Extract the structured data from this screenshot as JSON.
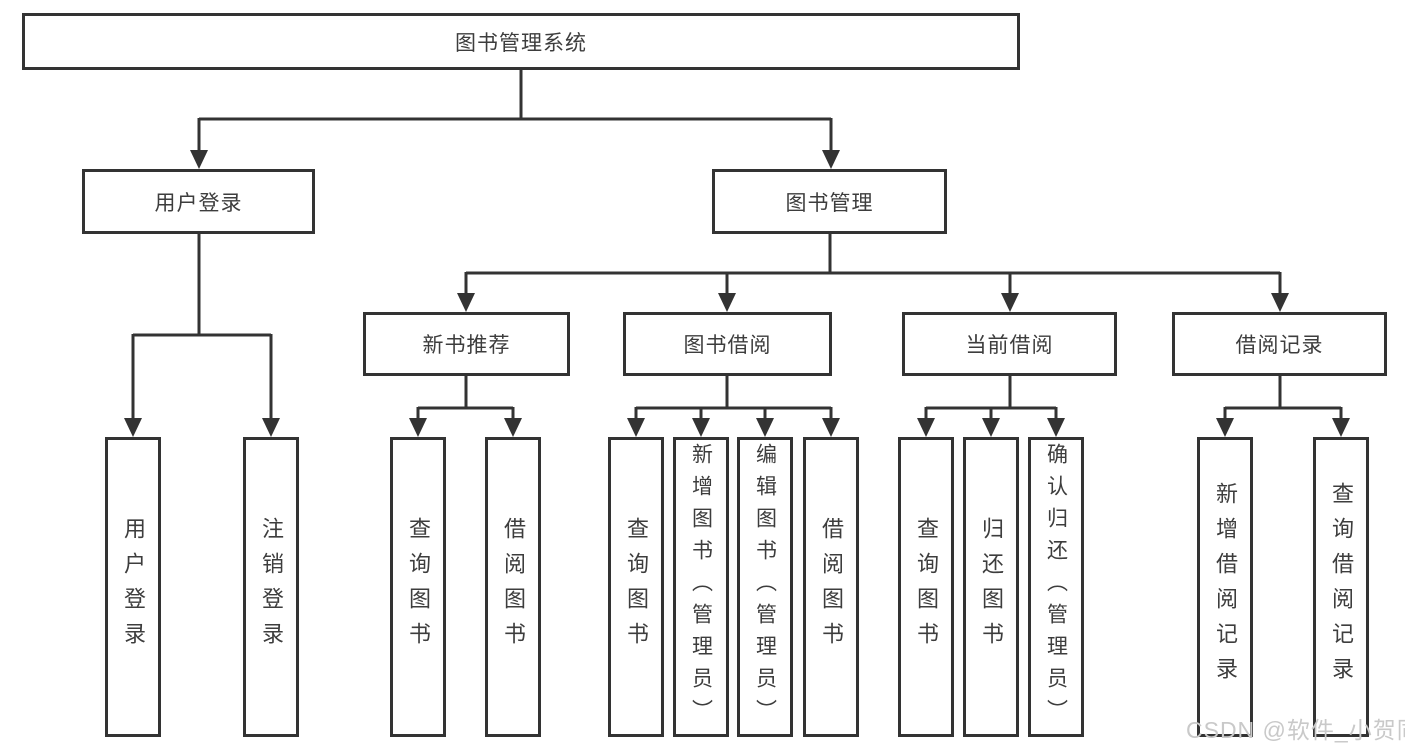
{
  "diagram": {
    "type": "tree",
    "root": {
      "label": "图书管理系统"
    },
    "level1": [
      {
        "label": "用户登录",
        "children": [
          "用户登录",
          "注销登录"
        ]
      },
      {
        "label": "图书管理",
        "groups": [
          {
            "label": "新书推荐",
            "children": [
              "查询图书",
              "借阅图书"
            ]
          },
          {
            "label": "图书借阅",
            "children": [
              "查询图书",
              "新增图书（管理员）",
              "编辑图书（管理员）",
              "借阅图书"
            ]
          },
          {
            "label": "当前借阅",
            "children": [
              "查询图书",
              "归还图书",
              "确认归还（管理员）"
            ]
          },
          {
            "label": "借阅记录",
            "children": [
              "新增借阅记录",
              "查询借阅记录"
            ]
          }
        ]
      }
    ]
  },
  "watermark": {
    "text": "CSDN @软件_小贺同学"
  },
  "colors": {
    "line": "#333333",
    "box_border": "#333333",
    "text": "#3d3d3d",
    "background": "#ffffff",
    "watermark": "#c9c9c9"
  }
}
